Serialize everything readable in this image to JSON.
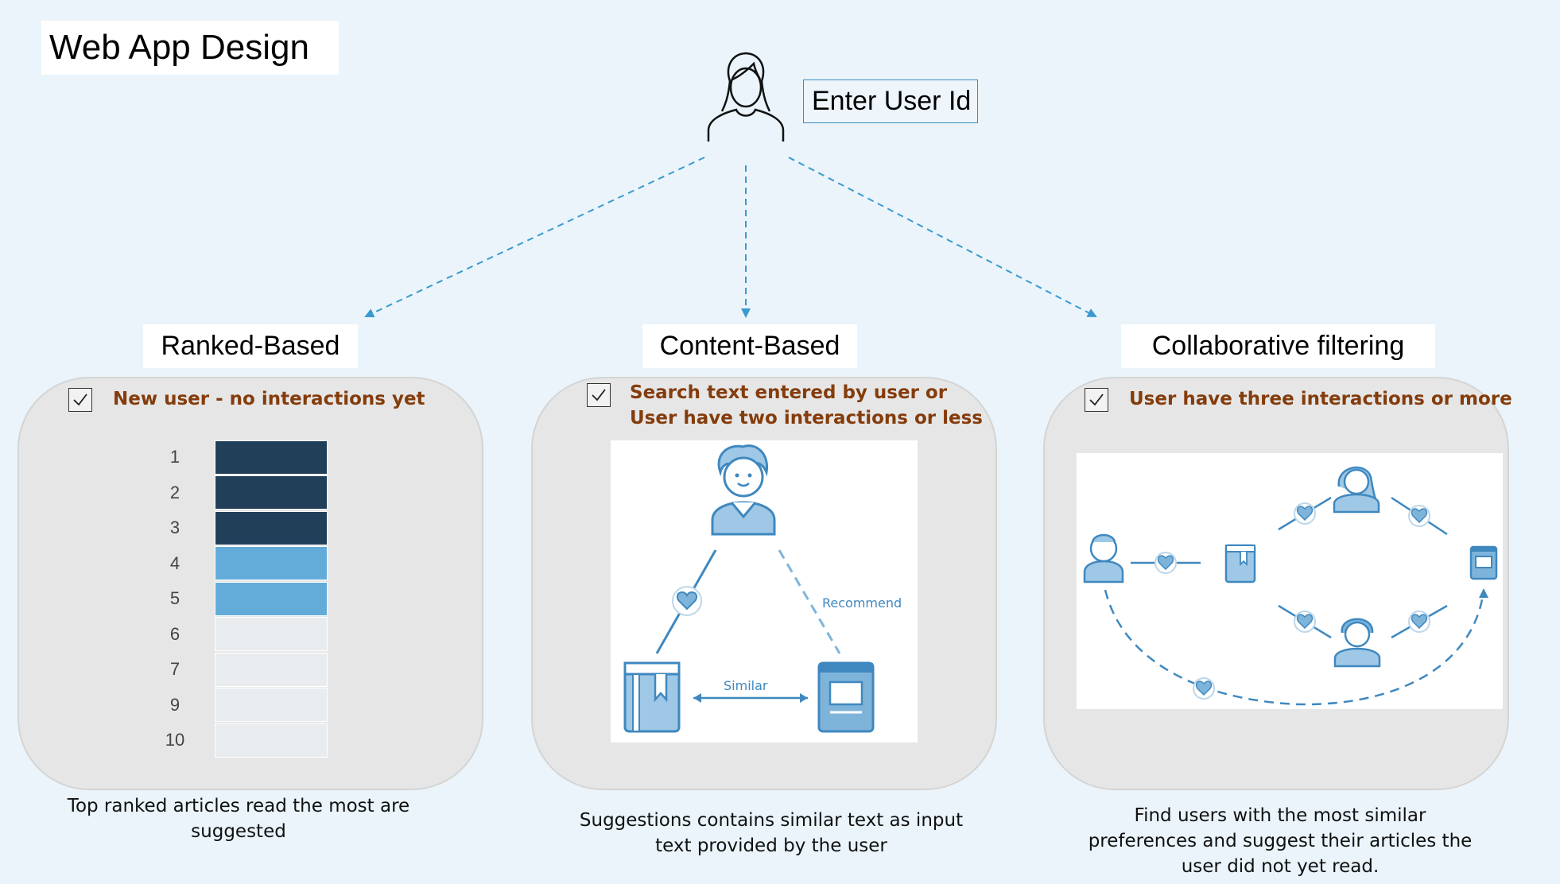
{
  "title": "Web App Design",
  "user_input_label": "Enter User Id",
  "colors": {
    "background": "#eaf4fa",
    "condition_text": "#843c0c",
    "rank_dark": "#223f5a",
    "rank_light": "#63acd9",
    "rank_empty": "#e9ecef",
    "arrow": "#3a9ad0",
    "illustration": "#3f88bf"
  },
  "ranked": {
    "heading": "Ranked-Based",
    "condition": "New user - no interactions yet",
    "ranks": [
      {
        "label": "1",
        "level": "dark"
      },
      {
        "label": "2",
        "level": "dark"
      },
      {
        "label": "3",
        "level": "dark"
      },
      {
        "label": "4",
        "level": "light"
      },
      {
        "label": "5",
        "level": "light"
      },
      {
        "label": "6",
        "level": "empty"
      },
      {
        "label": "7",
        "level": "empty"
      },
      {
        "label": "9",
        "level": "empty"
      },
      {
        "label": "10",
        "level": "empty"
      }
    ],
    "caption_line1": "Top ranked articles read the most are",
    "caption_line2": "suggested"
  },
  "content": {
    "heading": "Content-Based",
    "condition_line1": "Search text entered by user or",
    "condition_line2": "User have two interactions or less",
    "recommend_label": "Recommend",
    "similar_label": "Similar",
    "caption_line1": "Suggestions contains similar text as input",
    "caption_line2": "text provided by the user"
  },
  "collab": {
    "heading": "Collaborative filtering",
    "condition": "User have three interactions or more",
    "caption_line1": "Find users with the most similar",
    "caption_line2": "preferences and suggest their articles the",
    "caption_line3": "user did not yet read."
  },
  "icons": {
    "user": "user-icon",
    "checkbox": "checkbox-checked-icon",
    "heart": "heart-icon",
    "book": "book-icon",
    "article": "article-icon"
  }
}
